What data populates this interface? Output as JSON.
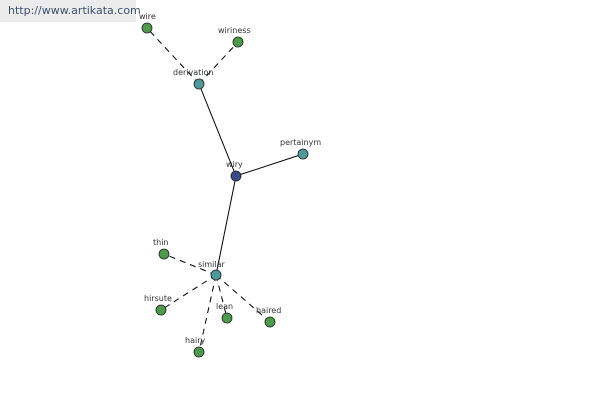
{
  "watermark": "http://www.artikata.com",
  "colors": {
    "center_node": "#3a4a8c",
    "hub_node": "#4d9a9a",
    "leaf_node": "#4c9a4c",
    "edge": "#000000"
  },
  "graph": {
    "center": "wiry",
    "nodes": [
      {
        "id": "wiry",
        "label": "wiry",
        "type": "center"
      },
      {
        "id": "derivation",
        "label": "derivation",
        "type": "hub"
      },
      {
        "id": "pertainym",
        "label": "pertainym",
        "type": "hub"
      },
      {
        "id": "similar",
        "label": "similar",
        "type": "hub"
      },
      {
        "id": "wire",
        "label": "wire",
        "type": "leaf"
      },
      {
        "id": "wiriness",
        "label": "wiriness",
        "type": "leaf"
      },
      {
        "id": "thin",
        "label": "thin",
        "type": "leaf"
      },
      {
        "id": "hirsute",
        "label": "hirsute",
        "type": "leaf"
      },
      {
        "id": "lean",
        "label": "lean",
        "type": "leaf"
      },
      {
        "id": "haired",
        "label": "haired",
        "type": "leaf"
      },
      {
        "id": "hairy",
        "label": "hairy",
        "type": "leaf"
      }
    ],
    "edges": [
      {
        "from": "wiry",
        "to": "derivation",
        "style": "solid"
      },
      {
        "from": "wiry",
        "to": "pertainym",
        "style": "solid"
      },
      {
        "from": "wiry",
        "to": "similar",
        "style": "solid"
      },
      {
        "from": "derivation",
        "to": "wire",
        "style": "dashed"
      },
      {
        "from": "derivation",
        "to": "wiriness",
        "style": "dashed"
      },
      {
        "from": "similar",
        "to": "thin",
        "style": "dashed"
      },
      {
        "from": "similar",
        "to": "hirsute",
        "style": "dashed"
      },
      {
        "from": "similar",
        "to": "lean",
        "style": "dashed"
      },
      {
        "from": "similar",
        "to": "haired",
        "style": "dashed"
      },
      {
        "from": "similar",
        "to": "hairy",
        "style": "dashed"
      }
    ]
  }
}
